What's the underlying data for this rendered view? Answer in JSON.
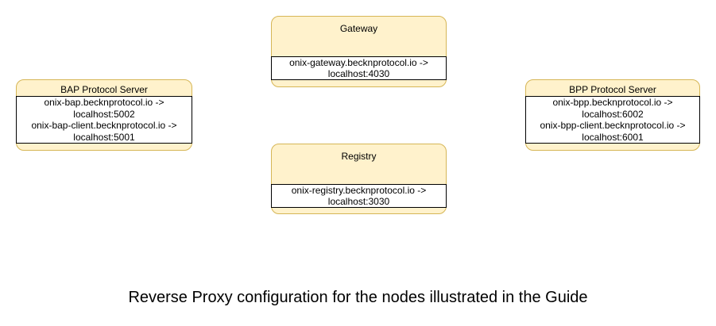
{
  "diagram": {
    "caption": "Reverse Proxy configuration for the nodes illustrated in the Guide",
    "colors": {
      "node_fill": "#FFF2CC",
      "node_border": "#D6B656",
      "mapping_fill": "#FFFFFF",
      "mapping_border": "#000000",
      "text": "#000000",
      "background": "#FFFFFF"
    },
    "nodes": [
      {
        "id": "gateway",
        "title": "Gateway",
        "lines": [
          "onix-gateway.becknprotocol.io ->",
          "localhost:4030"
        ]
      },
      {
        "id": "bap-protocol-server",
        "title": "BAP Protocol Server",
        "lines": [
          "onix-bap.becknprotocol.io ->",
          "localhost:5002",
          "onix-bap-client.becknprotocol.io ->",
          "localhost:5001"
        ]
      },
      {
        "id": "bpp-protocol-server",
        "title": "BPP Protocol Server",
        "lines": [
          "onix-bpp.becknprotocol.io ->",
          "localhost:6002",
          "onix-bpp-client.becknprotocol.io ->",
          "localhost:6001"
        ]
      },
      {
        "id": "registry",
        "title": "Registry",
        "lines": [
          "onix-registry.becknprotocol.io ->",
          "localhost:3030"
        ]
      }
    ]
  }
}
